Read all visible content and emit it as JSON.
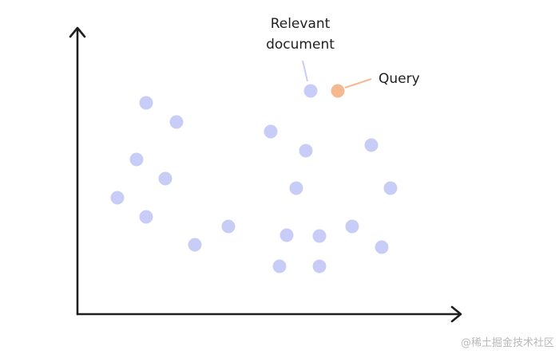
{
  "annotations": {
    "relevant_document_line1": "Relevant",
    "relevant_document_line2": "document",
    "query": "Query"
  },
  "colors": {
    "document_point": "#c7cdf7",
    "query_point": "#f5b98f",
    "document_leader": "#c7cdf7",
    "query_leader": "#f5b98f",
    "axis": "#1f1f1f"
  },
  "watermark": "@稀土掘金技术社区"
}
